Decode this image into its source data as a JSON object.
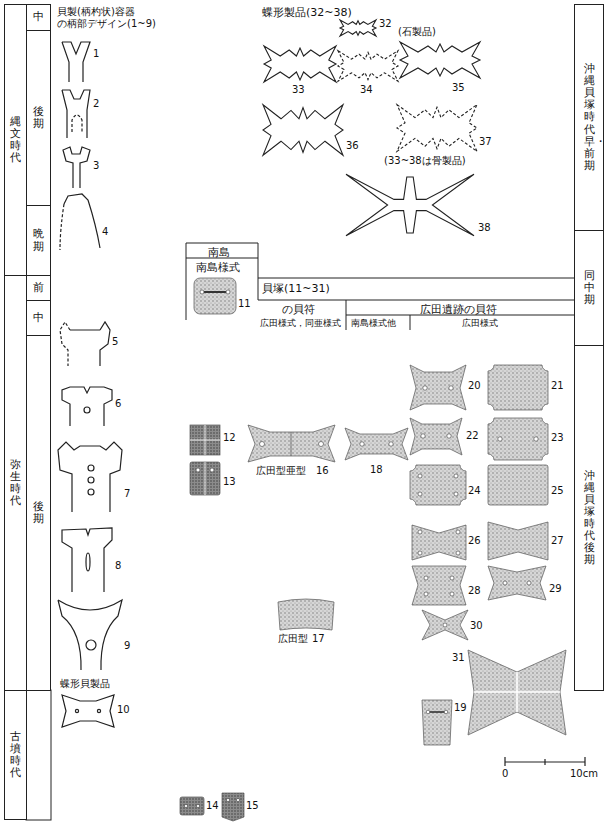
{
  "diagram": {
    "nodes": [
      {
        "text": [
          "縄文時代"
        ]
      },
      {
        "text": [
          "中"
        ]
      },
      {
        "text": [
          "後期"
        ]
      },
      {
        "text": [
          "晩期"
        ]
      },
      {
        "text": [
          "弥生時代"
        ]
      },
      {
        "text": [
          "前"
        ]
      },
      {
        "text": [
          "中"
        ]
      },
      {
        "text": [
          "後期"
        ]
      },
      {
        "text": [
          "古墳時代"
        ]
      },
      {
        "text": [
          "沖縄貝塚時代早・前期"
        ]
      },
      {
        "text": [
          "同中期"
        ]
      },
      {
        "text": [
          "沖縄貝塚時代後期"
        ]
      }
    ],
    "labels": [
      "貝製(柄杓状)容器 の柄部デザイン(1~9)",
      "蝶形製品(32~38)",
      "32",
      "(石製品)",
      "33",
      "34",
      "35",
      "36",
      "37",
      "(33~38は骨製品)",
      "38",
      "1",
      "2",
      "3",
      "4",
      "5",
      "6",
      "7",
      "8",
      "9",
      "南島",
      "南島様式",
      "11",
      "貝塚(11~31)",
      "の貝符",
      "広田遺跡の貝符",
      "広田様式，同亜様式",
      "南島様式他",
      "広田様式",
      "12",
      "13",
      "広田型亜型",
      "16",
      "18",
      "20",
      "21",
      "22",
      "23",
      "24",
      "25",
      "26",
      "27",
      "28",
      "29",
      "30",
      "広田型",
      "17",
      "蝶形貝製品",
      "10",
      "19",
      "31",
      "14",
      "15",
      "0",
      "10cm"
    ]
  }
}
